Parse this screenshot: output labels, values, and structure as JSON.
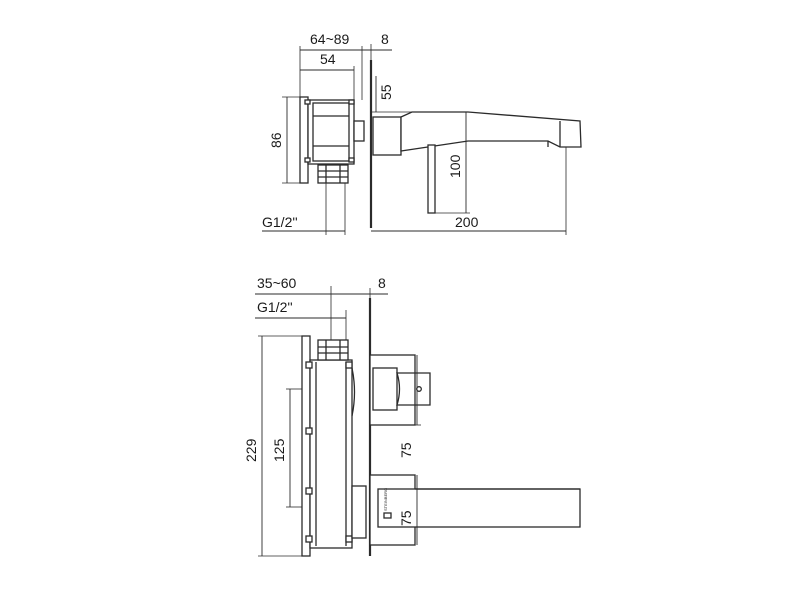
{
  "top_view": {
    "dims": {
      "depth_range": "64~89",
      "depth": "54",
      "plate_thickness": "8",
      "spout_height": "55",
      "body_height": "86",
      "lever_length": "100",
      "thread": "G1/2''",
      "spout_length": "200"
    }
  },
  "front_view": {
    "dims": {
      "depth_range": "35~60",
      "plate_thickness": "8",
      "thread": "G1/2''",
      "total_height": "229",
      "body_height": "125",
      "handle_plate": "75",
      "spout_plate": "75"
    },
    "brand_mark": "STEINBERG"
  }
}
